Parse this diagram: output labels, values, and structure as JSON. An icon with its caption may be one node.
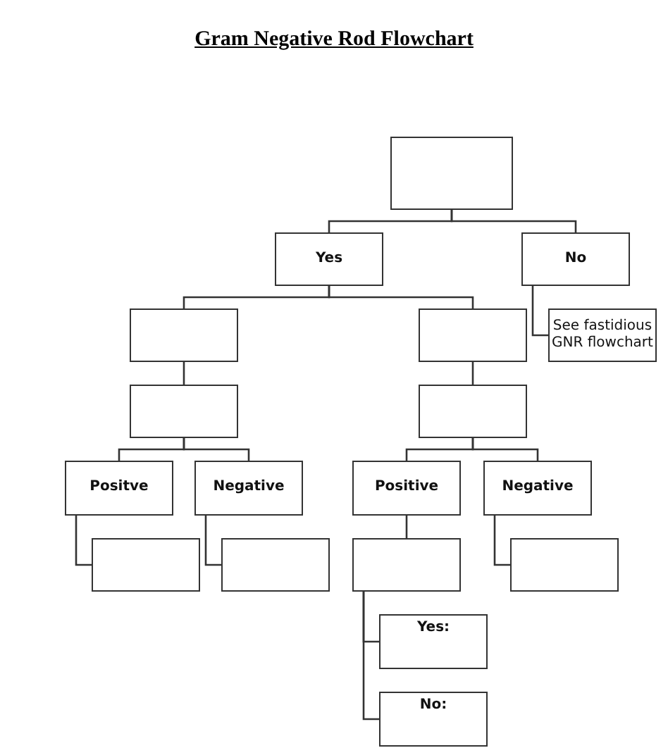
{
  "diagram": {
    "title": "Gram Negative Rod Flowchart",
    "nodes": [
      {
        "text": [],
        "shape": "box"
      },
      {
        "text": [
          "Yes"
        ]
      },
      {
        "text": [
          "No"
        ]
      },
      {
        "text": [
          "See fastidious GNR flowchart"
        ]
      },
      {
        "text": [],
        "shape": "box"
      },
      {
        "text": [],
        "shape": "box"
      },
      {
        "text": [],
        "shape": "box"
      },
      {
        "text": [],
        "shape": "box"
      },
      {
        "text": [
          "Positve"
        ]
      },
      {
        "text": [
          "Negative"
        ]
      },
      {
        "text": [
          "Positive"
        ]
      },
      {
        "text": [
          "Negative"
        ]
      },
      {
        "text": [],
        "shape": "box"
      },
      {
        "text": [],
        "shape": "box"
      },
      {
        "text": [],
        "shape": "box"
      },
      {
        "text": [],
        "shape": "box"
      },
      {
        "text": [
          "Yes:"
        ]
      },
      {
        "text": [
          "No:"
        ]
      }
    ],
    "edges": [
      {
        "from": 0,
        "to": 1,
        "arrow": "none"
      },
      {
        "from": 0,
        "to": 2,
        "arrow": "none"
      },
      {
        "from": 2,
        "to": 3,
        "arrow": "none"
      },
      {
        "from": 1,
        "to": 4,
        "arrow": "none"
      },
      {
        "from": 1,
        "to": 5,
        "arrow": "none"
      },
      {
        "from": 4,
        "to": 6,
        "arrow": "none"
      },
      {
        "from": 5,
        "to": 7,
        "arrow": "none"
      },
      {
        "from": 6,
        "to": 8,
        "arrow": "none"
      },
      {
        "from": 6,
        "to": 9,
        "arrow": "none"
      },
      {
        "from": 7,
        "to": 10,
        "arrow": "none"
      },
      {
        "from": 7,
        "to": 11,
        "arrow": "none"
      },
      {
        "from": 8,
        "to": 12,
        "arrow": "none"
      },
      {
        "from": 9,
        "to": 13,
        "arrow": "none"
      },
      {
        "from": 10,
        "to": 14,
        "arrow": "none"
      },
      {
        "from": 11,
        "to": 15,
        "arrow": "none"
      },
      {
        "from": 14,
        "to": 16,
        "arrow": "none"
      },
      {
        "from": 14,
        "to": 17,
        "arrow": "none"
      }
    ]
  }
}
